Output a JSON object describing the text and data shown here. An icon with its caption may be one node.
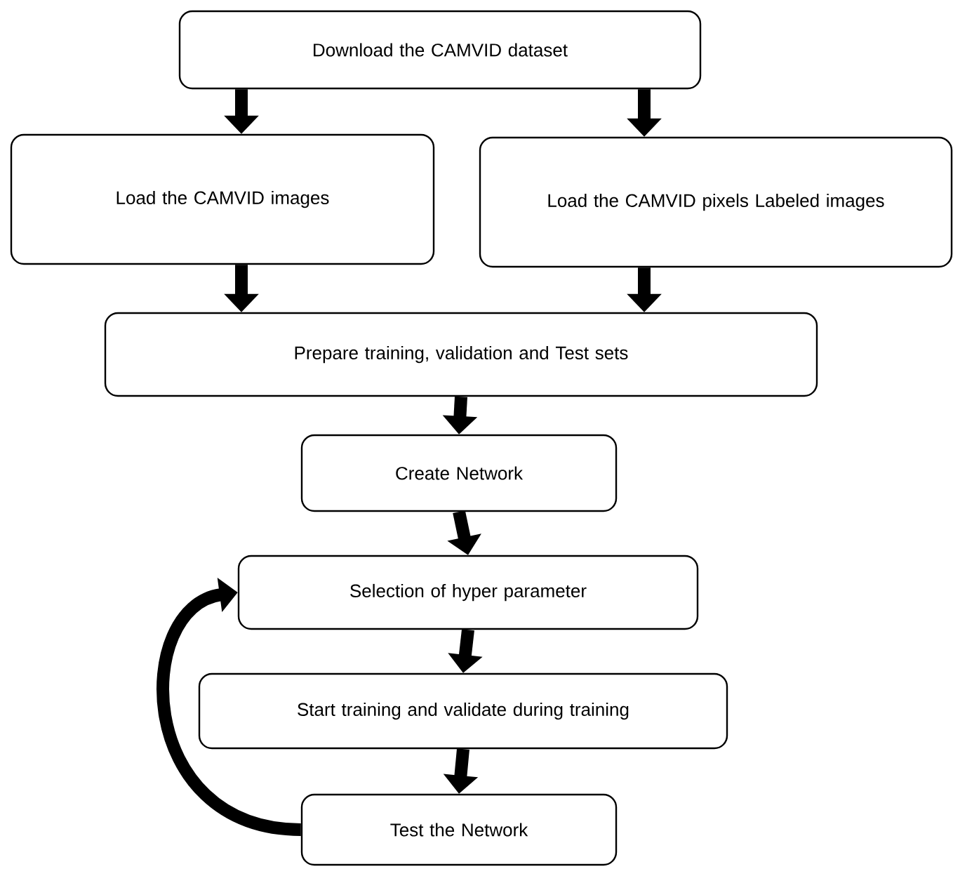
{
  "diagram": {
    "nodes": [
      {
        "text": [
          "Download the CAMVID dataset"
        ]
      },
      {
        "text": [
          "Load the CAMVID images"
        ]
      },
      {
        "text": [
          "Load the CAMVID pixels Labeled images"
        ]
      },
      {
        "text": [
          "Prepare training, validation and Test sets"
        ]
      },
      {
        "text": [
          "Create Network"
        ]
      },
      {
        "text": [
          "Selection of hyper parameter"
        ]
      },
      {
        "text": [
          "Start training and validate during training"
        ]
      },
      {
        "text": [
          "Test the Network"
        ]
      }
    ],
    "edges": [
      {
        "from": 0,
        "to": 1,
        "arrow": "to"
      },
      {
        "from": 0,
        "to": 2,
        "arrow": "to"
      },
      {
        "from": 1,
        "to": 3,
        "arrow": "to"
      },
      {
        "from": 2,
        "to": 3,
        "arrow": "to"
      },
      {
        "from": 3,
        "to": 4,
        "arrow": "to"
      },
      {
        "from": 4,
        "to": 5,
        "arrow": "to"
      },
      {
        "from": 5,
        "to": 6,
        "arrow": "to"
      },
      {
        "from": 6,
        "to": 7,
        "arrow": "to"
      },
      {
        "from": 7,
        "to": 5,
        "arrow": "to"
      }
    ]
  }
}
